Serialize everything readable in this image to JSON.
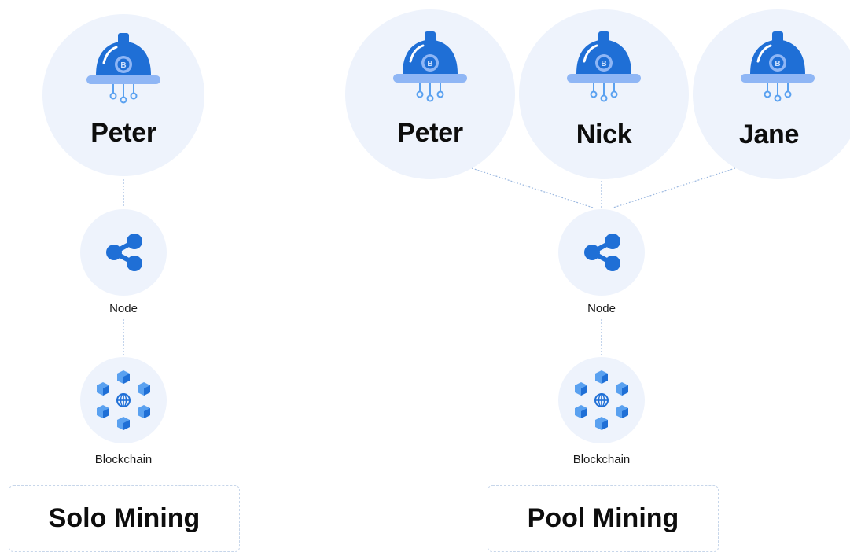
{
  "solo": {
    "miner": "Peter",
    "node_label": "Node",
    "chain_label": "Blockchain",
    "caption": "Solo Mining"
  },
  "pool": {
    "miners": [
      "Peter",
      "Nick",
      "Jane"
    ],
    "node_label": "Node",
    "chain_label": "Blockchain",
    "caption": "Pool Mining"
  },
  "colors": {
    "circle_bg": "#eef3fc",
    "helmet_dark": "#1f6fd6",
    "helmet_light": "#5aa1f0",
    "brim": "#8fb6f5",
    "connector": "#9bb8e0",
    "text": "#0d0d0d"
  },
  "icons": {
    "miner": "miner-helmet-icon",
    "node": "share-node-icon",
    "blockchain": "blockchain-cubes-icon"
  }
}
